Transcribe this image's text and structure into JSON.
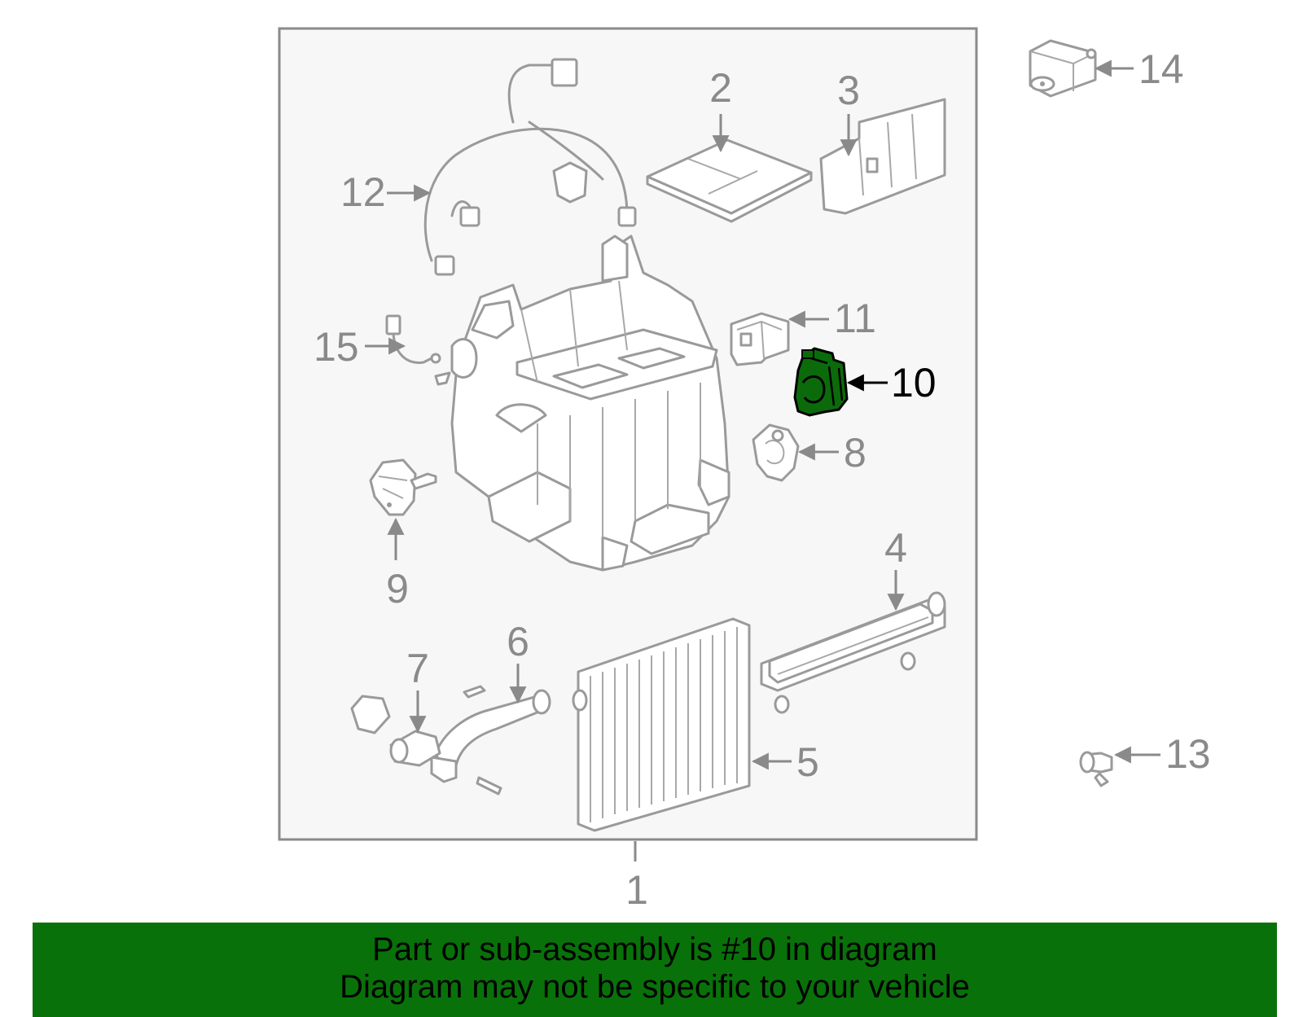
{
  "callouts": {
    "c1": "1",
    "c2": "2",
    "c3": "3",
    "c4": "4",
    "c5": "5",
    "c6": "6",
    "c7": "7",
    "c8": "8",
    "c9": "9",
    "c10": "10",
    "c11": "11",
    "c12": "12",
    "c13": "13",
    "c14": "14",
    "c15": "15"
  },
  "highlight": {
    "part": "10",
    "color": "#0b6b0b",
    "banner_color": "#097109"
  },
  "banner": {
    "line1": "Part or sub-assembly is #10 in diagram",
    "line2": "Diagram may not be specific to your vehicle"
  }
}
